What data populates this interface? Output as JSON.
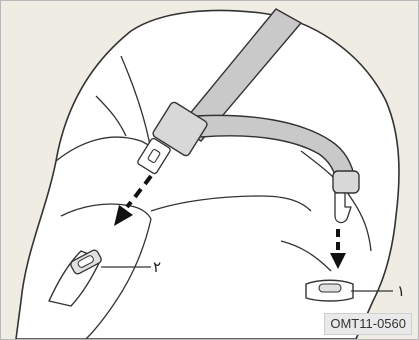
{
  "figure": {
    "callouts": [
      {
        "id": "1",
        "text": "١"
      },
      {
        "id": "2",
        "text": "٢"
      }
    ],
    "code": "OMT11-0560",
    "colors": {
      "background": "#efece4",
      "seat_fill": "#ffffff",
      "belt_fill": "#c9c9c9",
      "outline": "#333333",
      "arrow": "#111111"
    }
  }
}
